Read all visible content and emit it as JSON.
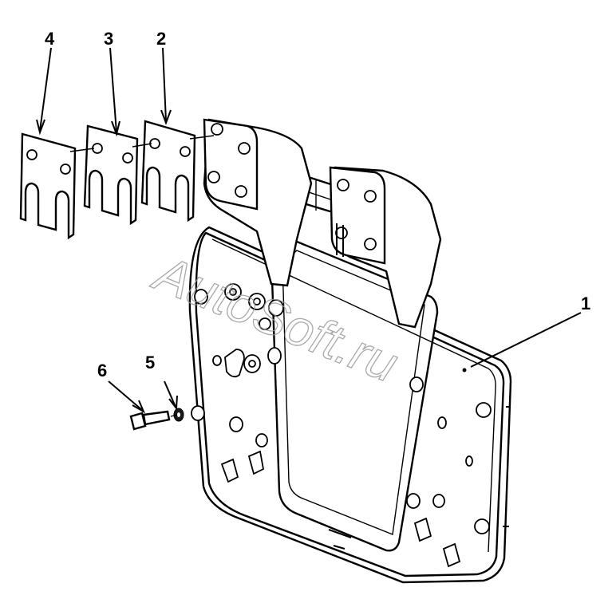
{
  "callouts": {
    "item1": "1",
    "item2": "2",
    "item3": "3",
    "item4": "4",
    "item5": "5",
    "item6": "6"
  },
  "watermark": "AutoSoft.ru",
  "colors": {
    "line": "#000000",
    "background": "#ffffff",
    "watermark": "#9a9a9a"
  }
}
